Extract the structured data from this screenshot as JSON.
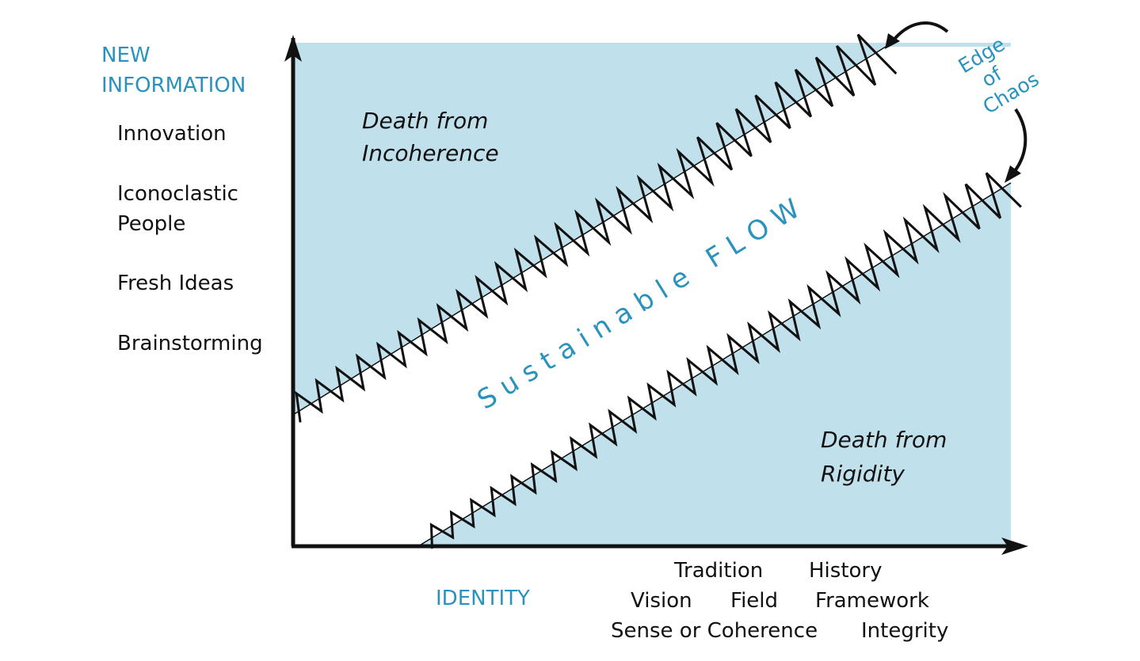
{
  "colors": {
    "region_fill": "#c0e0ec",
    "accent_text": "#2a93bd",
    "ink": "#111111"
  },
  "y_axis": {
    "title_lines": [
      "NEW",
      "INFORMATION"
    ],
    "items": [
      "Innovation",
      "Iconoclastic",
      "People",
      "Fresh Ideas",
      "Brainstorming"
    ]
  },
  "x_axis": {
    "title": "IDENTITY",
    "items": [
      "Tradition",
      "History",
      "Vision",
      "Field",
      "Framework",
      "Sense or Coherence",
      "Integrity"
    ]
  },
  "regions": {
    "upper": [
      "Death from",
      "Incoherence"
    ],
    "lower": [
      "Death from",
      "Rigidity"
    ],
    "middle": "S u s t a i n a b l e   F L O W"
  },
  "edge_label": [
    "Edge",
    "of",
    "Chaos"
  ]
}
